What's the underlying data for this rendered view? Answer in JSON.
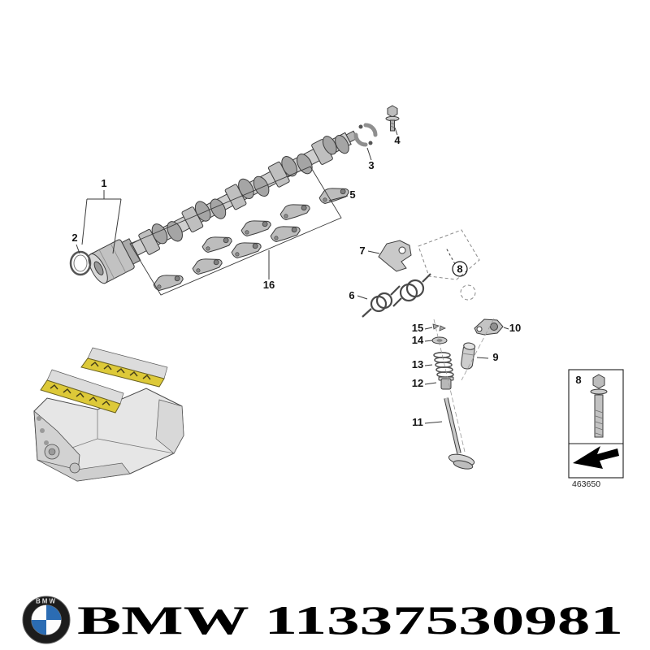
{
  "colors": {
    "bmw_blue": "#2b6cb3",
    "highlight_yellow": "#ddc938"
  },
  "diagram": {
    "callouts": {
      "c1": "1",
      "c2": "2",
      "c3": "3",
      "c4": "4",
      "c5": "5",
      "c6": "6",
      "c7": "7",
      "c8": "8",
      "c9": "9",
      "c10": "10",
      "c11": "11",
      "c12": "12",
      "c13": "13",
      "c14": "14",
      "c15": "15",
      "c16": "16"
    },
    "ref_box": {
      "label": "8",
      "sheet_code": "463650"
    }
  },
  "footer": {
    "logo_text": "BMW",
    "text": "BMW 11337530981"
  }
}
